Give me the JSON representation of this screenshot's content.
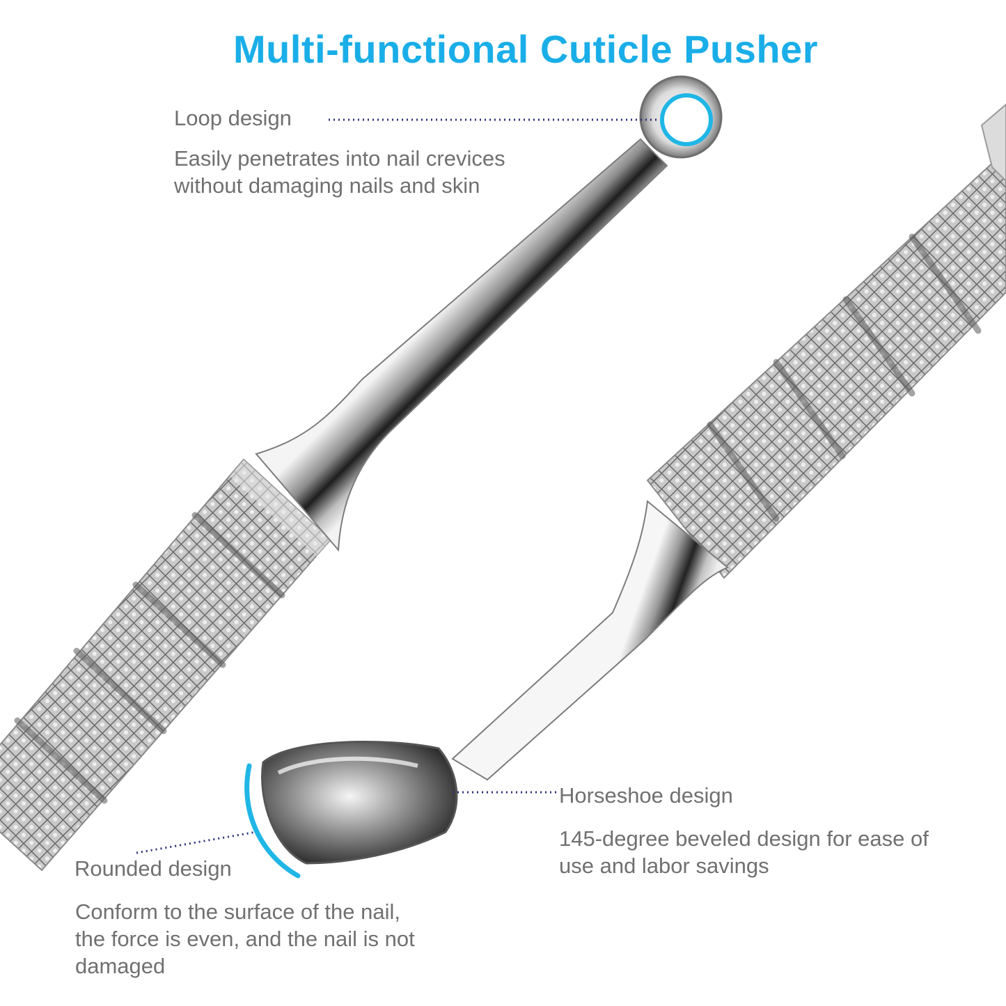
{
  "title": "Multi-functional Cuticle Pusher",
  "colors": {
    "title": "#1aaee8",
    "text": "#707070",
    "leader": "#2b2f7a",
    "highlight": "#20b6e6"
  },
  "callouts": {
    "loop": {
      "heading": "Loop design",
      "lines": [
        "Easily penetrates into nail crevices",
        "without damaging nails and skin"
      ]
    },
    "horseshoe": {
      "heading": "Horseshoe design",
      "lines": [
        "145-degree beveled design for ease of",
        "use and labor savings"
      ]
    },
    "rounded": {
      "heading": "Rounded design",
      "lines": [
        "Conform to the surface of the nail,",
        "the force is even, and the nail is not",
        "damaged"
      ]
    }
  }
}
